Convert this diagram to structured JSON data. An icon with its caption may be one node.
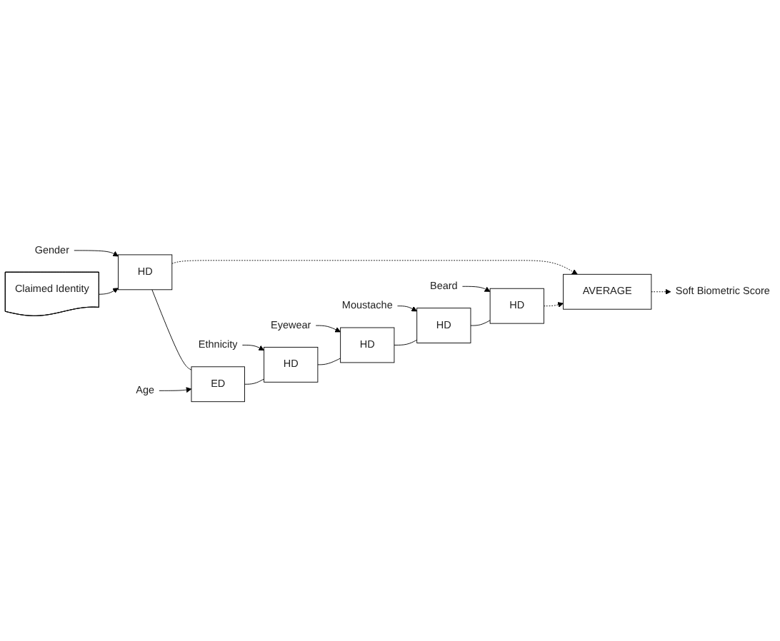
{
  "diagram": {
    "nodes": [
      {
        "text": [
          "Claimed Identity"
        ]
      },
      {
        "text": [
          "Gender"
        ]
      },
      {
        "text": [
          "HD"
        ]
      },
      {
        "text": [
          "Age"
        ]
      },
      {
        "text": [
          "ED"
        ]
      },
      {
        "text": [
          "Ethnicity"
        ]
      },
      {
        "text": [
          "HD"
        ]
      },
      {
        "text": [
          "Eyewear"
        ]
      },
      {
        "text": [
          "HD"
        ]
      },
      {
        "text": [
          "Moustache"
        ]
      },
      {
        "text": [
          "HD"
        ]
      },
      {
        "text": [
          "Beard"
        ]
      },
      {
        "text": [
          "HD"
        ]
      },
      {
        "text": [
          "AVERAGE"
        ]
      },
      {
        "text": [
          "Soft Biometric Score"
        ]
      }
    ],
    "edges": [
      {
        "from": 0,
        "to": 2,
        "arrow": "to"
      },
      {
        "from": 1,
        "to": 2,
        "arrow": "to"
      },
      {
        "from": 3,
        "to": 4,
        "arrow": "to"
      },
      {
        "from": 5,
        "to": 6,
        "arrow": "to"
      },
      {
        "from": 7,
        "to": 8,
        "arrow": "to"
      },
      {
        "from": 9,
        "to": 10,
        "arrow": "to"
      },
      {
        "from": 11,
        "to": 12,
        "arrow": "to"
      },
      {
        "from": 2,
        "to": 4,
        "arrow": "none"
      },
      {
        "from": 4,
        "to": 6,
        "arrow": "none"
      },
      {
        "from": 6,
        "to": 8,
        "arrow": "none"
      },
      {
        "from": 8,
        "to": 10,
        "arrow": "none"
      },
      {
        "from": 10,
        "to": 12,
        "arrow": "none"
      },
      {
        "from": 2,
        "to": 13,
        "arrow": "to",
        "style": "dashed"
      },
      {
        "from": 12,
        "to": 13,
        "arrow": "to",
        "style": "dashed"
      },
      {
        "from": 13,
        "to": 14,
        "arrow": "to",
        "style": "dashed"
      }
    ]
  }
}
